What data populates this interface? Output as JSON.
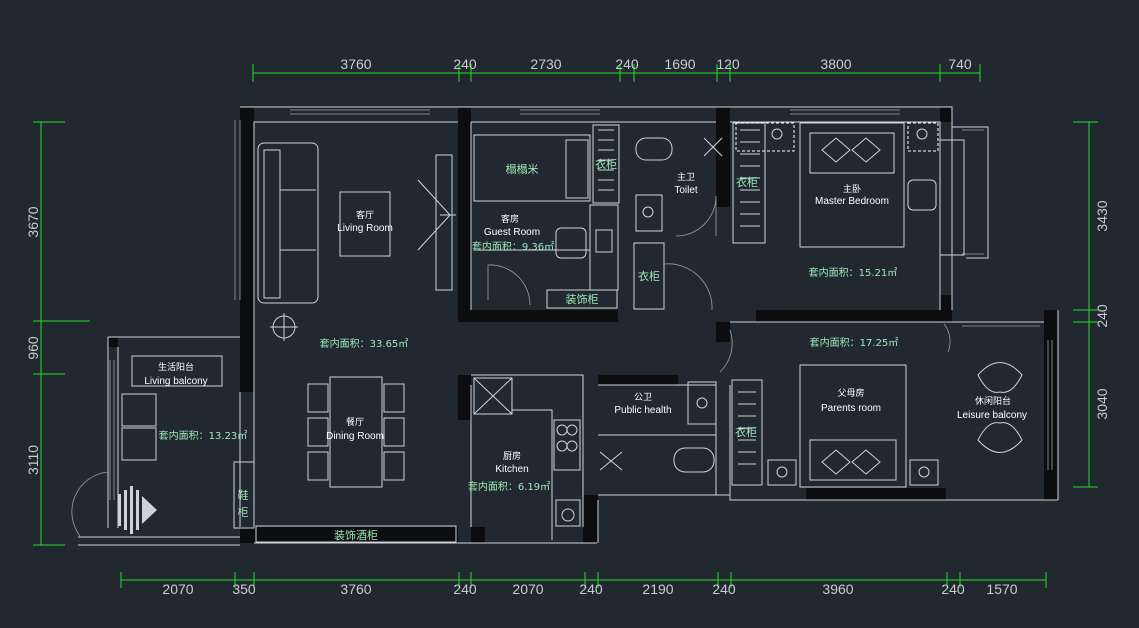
{
  "dimensions": {
    "top": [
      "3760",
      "240",
      "2730",
      "240",
      "1690",
      "120",
      "3800",
      "740"
    ],
    "bottom": [
      "2070",
      "350",
      "3760",
      "240",
      "2070",
      "240",
      "2190",
      "240",
      "3960",
      "240",
      "1570"
    ],
    "left": [
      "3670",
      "960",
      "3110"
    ],
    "right": [
      "3430",
      "240",
      "3040"
    ]
  },
  "rooms": {
    "living": {
      "cn": "客厅",
      "en": "Living Room",
      "area": "套内面积：33.65㎡"
    },
    "guest": {
      "cn": "客房",
      "en": "Guest Room",
      "area": "套内面积：9.36㎡"
    },
    "tatami": {
      "cn": "榻榻米"
    },
    "toilet": {
      "cn": "主卫",
      "en": "Toilet"
    },
    "master": {
      "cn": "主卧",
      "en": "Master Bedroom",
      "area": "套内面积：15.21㎡"
    },
    "living_balcony": {
      "cn": "生活阳台",
      "en": "Living balcony",
      "area": "套内面积：13.23㎡"
    },
    "dining": {
      "cn": "餐厅",
      "en": "Dining Room"
    },
    "kitchen": {
      "cn": "厨房",
      "en": "Kitchen",
      "area": "套内面积：6.19㎡"
    },
    "public_health": {
      "cn": "公卫",
      "en": "Public health"
    },
    "parents": {
      "cn": "父母房",
      "en": "Parents room",
      "area": "套内面积：17.25㎡"
    },
    "leisure": {
      "cn": "休闲阳台",
      "en": "Leisure balcony"
    }
  },
  "furniture_labels": {
    "wardrobe_guest": "衣柜",
    "wardrobe_master": "衣柜",
    "wardrobe_hall": "衣柜",
    "wardrobe_parents": "衣柜",
    "decor_cabinet_guest": "装饰柜",
    "decor_wine_cabinet": "装饰酒柜",
    "shoe_cabinet_1": "鞋",
    "shoe_cabinet_2": "柜"
  },
  "colors": {
    "background": "#212830",
    "dimension_line": "#22e022",
    "wall_fill": "#0b0d0f",
    "line": "#cfd3d6",
    "area_text": "#9fe8b8"
  }
}
